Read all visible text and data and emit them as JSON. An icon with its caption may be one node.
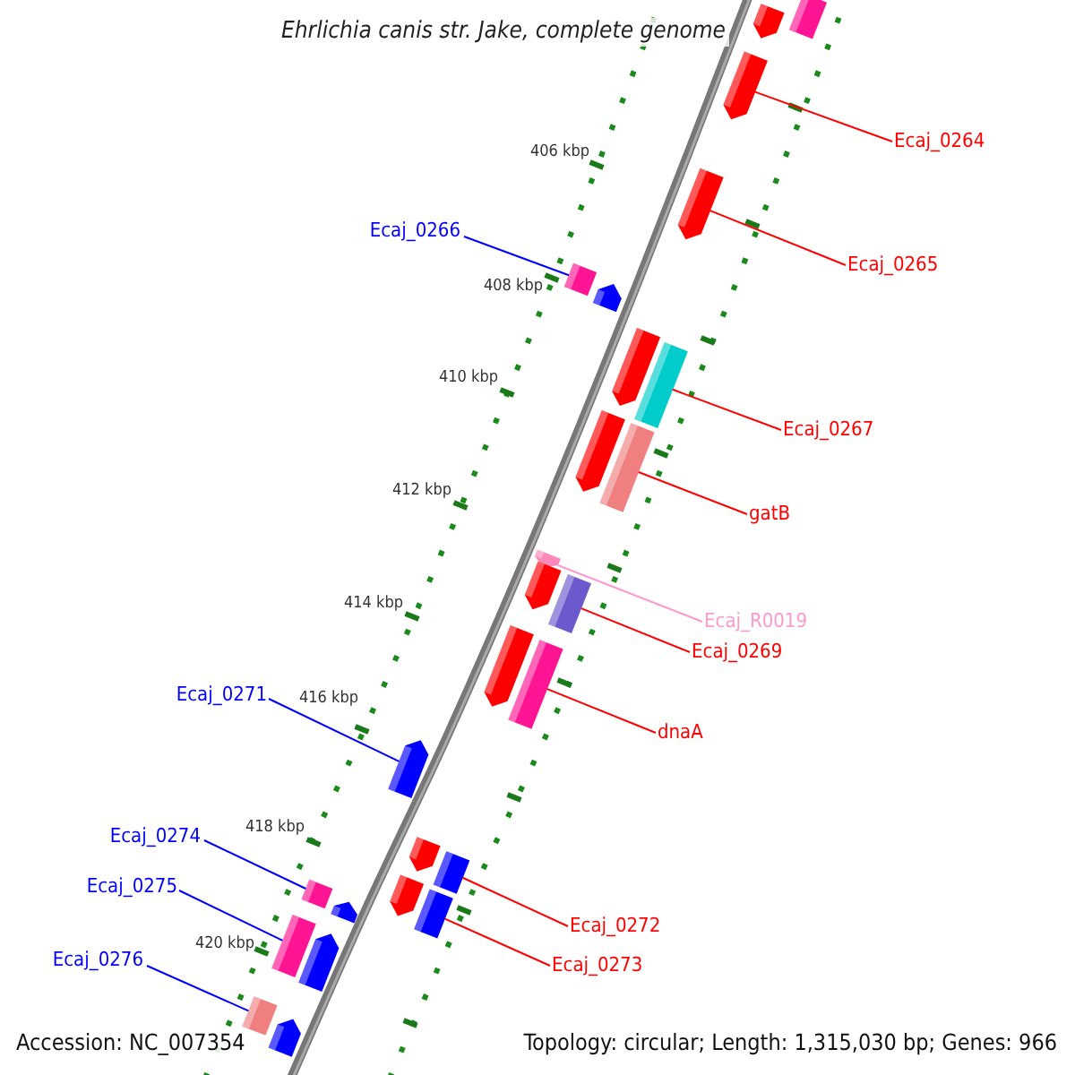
{
  "diagram": {
    "title": "Ehrlichia canis str. Jake, complete genome",
    "nodes": [
      {
        "text": [
          "Ecaj_0264"
        ]
      },
      {
        "text": [
          "Ecaj_0266"
        ]
      },
      {
        "text": [
          "Ecaj_0265"
        ]
      },
      {
        "text": [
          "Ecaj_0267"
        ]
      },
      {
        "text": [
          "gatB"
        ]
      },
      {
        "text": [
          "Ecaj_R0019"
        ]
      },
      {
        "text": [
          "Ecaj_0269"
        ]
      },
      {
        "text": [
          "Ecaj_0271"
        ]
      },
      {
        "text": [
          "dnaA"
        ]
      },
      {
        "text": [
          "Ecaj_0274"
        ]
      },
      {
        "text": [
          "Ecaj_0275"
        ]
      },
      {
        "text": [
          "Ecaj_0272"
        ]
      },
      {
        "text": [
          "Ecaj_0276"
        ]
      },
      {
        "text": [
          "Ecaj_0273"
        ]
      },
      {
        "text": [],
        "shape": "bar"
      },
      {
        "text": [],
        "shape": "bar"
      },
      {
        "text": [],
        "shape": "bar"
      },
      {
        "text": [],
        "shape": "bar"
      },
      {
        "text": [],
        "shape": "bar"
      },
      {
        "text": [],
        "shape": "bar"
      },
      {
        "text": [],
        "shape": "bar"
      },
      {
        "text": [],
        "shape": "bar"
      },
      {
        "text": [],
        "shape": "bar"
      },
      {
        "text": [],
        "shape": "bar"
      },
      {
        "text": [],
        "shape": "bar"
      },
      {
        "text": [],
        "shape": "bar"
      },
      {
        "text": [],
        "shape": "bar"
      },
      {
        "text": [],
        "shape": "bar"
      },
      {
        "text": [],
        "shape": "bar"
      },
      {
        "text": [],
        "shape": "bar"
      },
      {
        "text": [],
        "shape": "bar"
      },
      {
        "text": [],
        "shape": "bar"
      },
      {
        "text": [],
        "shape": "bar"
      },
      {
        "text": [],
        "shape": "bar"
      },
      {
        "text": [],
        "shape": "bar"
      },
      {
        "text": [],
        "shape": "bar"
      },
      {
        "text": [],
        "shape": "bar"
      },
      {
        "text": [],
        "shape": "bar"
      },
      {
        "text": [],
        "shape": "bar"
      },
      {
        "text": [],
        "shape": "bar"
      }
    ],
    "edges": [
      {
        "from": 0,
        "to": 16,
        "arrow": "none"
      },
      {
        "from": 1,
        "to": 18,
        "arrow": "none",
        "color": "#0000ff"
      },
      {
        "from": 2,
        "to": 17,
        "arrow": "none"
      },
      {
        "from": 3,
        "to": 21,
        "arrow": "none"
      },
      {
        "from": 4,
        "to": 23,
        "arrow": "none"
      },
      {
        "from": 5,
        "to": 24,
        "arrow": "none",
        "color": "#ff99cc"
      },
      {
        "from": 6,
        "to": 26,
        "arrow": "none"
      },
      {
        "from": 7,
        "to": 29,
        "arrow": "none",
        "color": "#0000ff"
      },
      {
        "from": 8,
        "to": 28,
        "arrow": "none"
      },
      {
        "from": 9,
        "to": 34,
        "arrow": "none",
        "color": "#0000ff"
      },
      {
        "from": 10,
        "to": 36,
        "arrow": "none",
        "color": "#0000ff"
      },
      {
        "from": 11,
        "to": 31,
        "arrow": "none"
      },
      {
        "from": 12,
        "to": 38,
        "arrow": "none",
        "color": "#0000ff"
      },
      {
        "from": 13,
        "to": 33,
        "arrow": "none"
      }
    ],
    "labels": [
      "406 kbp",
      "408 kbp",
      "410 kbp",
      "412 kbp",
      "414 kbp",
      "416 kbp",
      "418 kbp",
      "420 kbp",
      "Accession: NC_007354",
      "Topology: circular; Length: 1,315,030 bp; Genes: 966"
    ]
  }
}
